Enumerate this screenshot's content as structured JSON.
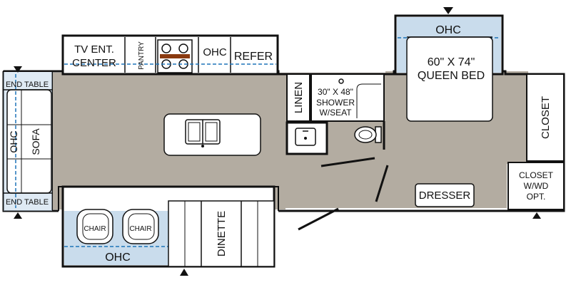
{
  "labels": {
    "tv_ent_line1": "TV ENT.",
    "tv_ent_line2": "CENTER",
    "pantry": "PANTRY",
    "ohc_kitchen": "OHC",
    "refer": "REFER",
    "end_table_top": "END TABLE",
    "end_table_bottom": "END TABLE",
    "sofa_ohc": "OHC",
    "sofa": "SOFA",
    "linen": "LINEN",
    "shower_line1": "30\" X 48\"",
    "shower_line2": "SHOWER",
    "shower_line3": "W/SEAT",
    "ohc_bed": "OHC",
    "bed_line1": "60\" X 74\"",
    "bed_line2": "QUEEN BED",
    "closet": "CLOSET",
    "closet_wd_line1": "CLOSET",
    "closet_wd_line2": "W/WD",
    "closet_wd_line3": "OPT.",
    "dresser": "DRESSER",
    "chair_left": "CHAIR",
    "chair_right": "CHAIR",
    "ohc_slide": "OHC",
    "dinette": "DINETTE"
  },
  "colors": {
    "floor": "#b3aca1",
    "wall": "#111111",
    "cabinet": "#ffffff",
    "ohc_zone": "#c9dcec",
    "ohc_dash": "#1e74b8"
  },
  "icons": [
    "stove-icon",
    "sink-icon",
    "toilet-icon",
    "chair-icon"
  ]
}
